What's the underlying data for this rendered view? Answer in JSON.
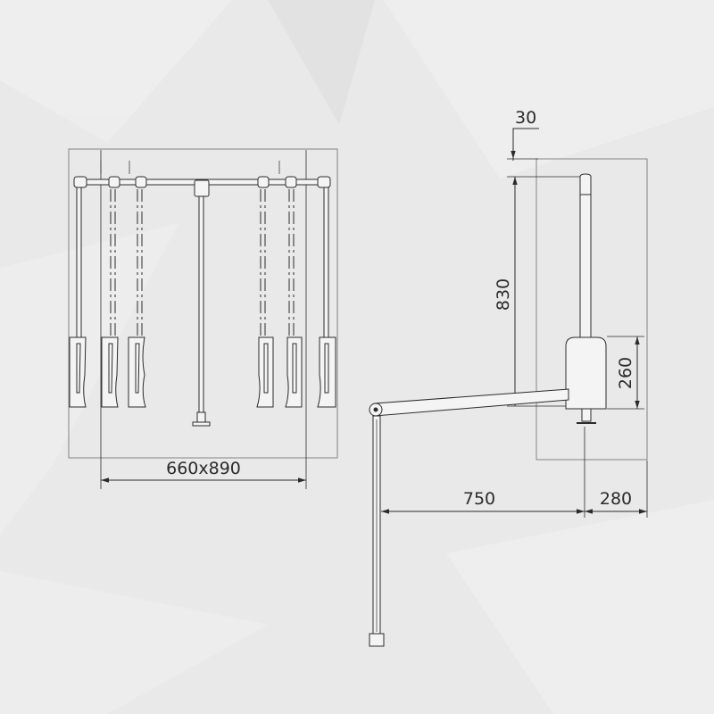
{
  "drawing": {
    "front_view": {
      "dimension_width": "660x890"
    },
    "side_view": {
      "dimension_top_offset": "30",
      "dimension_height": "830",
      "dimension_bracket": "260",
      "dimension_reach": "750",
      "dimension_depth": "280"
    }
  },
  "colors": {
    "background": "#e9e9e9",
    "line": "#2b2b2b",
    "fill": "#f4f4f4"
  }
}
